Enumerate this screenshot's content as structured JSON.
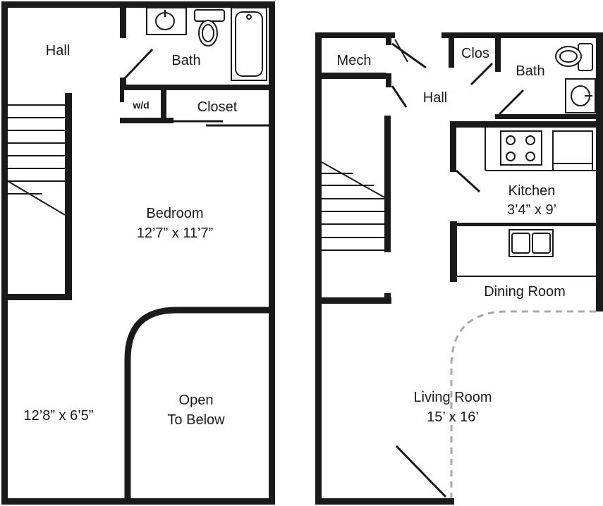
{
  "upper_floor": {
    "hall": "Hall",
    "bath": "Bath",
    "wd": "w/d",
    "closet": "Closet",
    "bedroom_name": "Bedroom",
    "bedroom_size": "12’7” x 11’7”",
    "loft_size": "12’8” x 6’5”",
    "open_line1": "Open",
    "open_line2": "To Below"
  },
  "lower_floor": {
    "mech": "Mech",
    "clos": "Clos",
    "hall": "Hall",
    "bath": "Bath",
    "kitchen_name": "Kitchen",
    "kitchen_size": "3’4” x 9’",
    "dining": "Dining Room",
    "living_name": "Living Room",
    "living_size": "15’ x 16’"
  }
}
